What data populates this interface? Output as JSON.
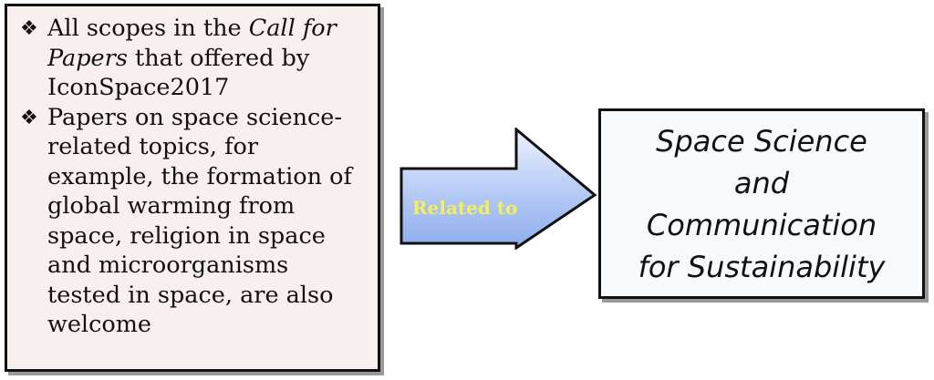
{
  "scopes_box": {
    "bullet_icon": "four-diamond-bullet-icon",
    "bullet1": {
      "part1": "All scopes in the ",
      "italic": "Call for Papers",
      "part2": " that offered  by IconSpace2017"
    },
    "bullet2": "Papers on space science-related topics, for example, the formation of global warming from space, religion in space and microorganisms tested in space, are also welcome"
  },
  "arrow": {
    "label": "Related to",
    "label_color": "#f5f05a"
  },
  "theme_box": {
    "lines": [
      "Space Science",
      "and",
      "Communication",
      "for Sustainability"
    ]
  }
}
